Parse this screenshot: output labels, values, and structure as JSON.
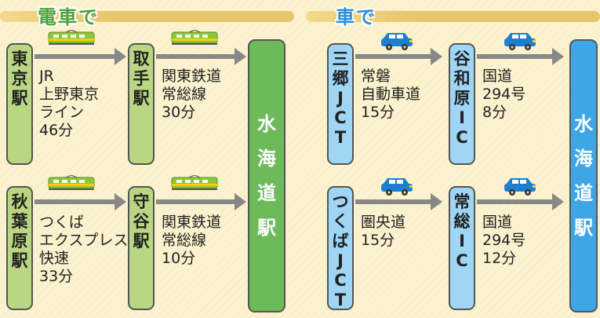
{
  "train": {
    "title": "電車で",
    "start1": [
      "東",
      "京",
      "駅"
    ],
    "leg1": [
      "JR",
      "上野東京",
      "ライン",
      "46分"
    ],
    "mid1": [
      "取",
      "手",
      "駅"
    ],
    "leg2": [
      "関東鉄道",
      "常総線",
      "30分"
    ],
    "start2": [
      "秋",
      "葉",
      "原",
      "駅"
    ],
    "leg3": [
      "つくば",
      "エクスプレス",
      "快速",
      "33分"
    ],
    "mid2": [
      "守",
      "谷",
      "駅"
    ],
    "leg4": [
      "関東鉄道",
      "常総線",
      "10分"
    ],
    "dest": [
      "水",
      "海",
      "道",
      "駅"
    ]
  },
  "car": {
    "title": "車で",
    "start1": [
      "三",
      "郷",
      "J",
      "C",
      "T"
    ],
    "leg1": [
      "常磐",
      "自動車道",
      "15分"
    ],
    "mid1": [
      "谷",
      "和",
      "原",
      "I",
      "C"
    ],
    "leg2": [
      "国道",
      "294号",
      "8分"
    ],
    "start2": [
      "つ",
      "く",
      "ば",
      "J",
      "C",
      "T"
    ],
    "leg3": [
      "圏央道",
      "15分"
    ],
    "mid2": [
      "常",
      "総",
      "I",
      "C"
    ],
    "leg4": [
      "国道",
      "294号",
      "12分"
    ],
    "dest": [
      "水",
      "海",
      "道",
      "駅"
    ]
  },
  "colors": {
    "green": "#6dba5b",
    "blue": "#3fa6e6",
    "title_train": "#5aa843",
    "title_car": "#2c8fd6",
    "bar": "#e8c46a"
  },
  "icons": {
    "train": "train-icon",
    "car": "car-icon"
  }
}
